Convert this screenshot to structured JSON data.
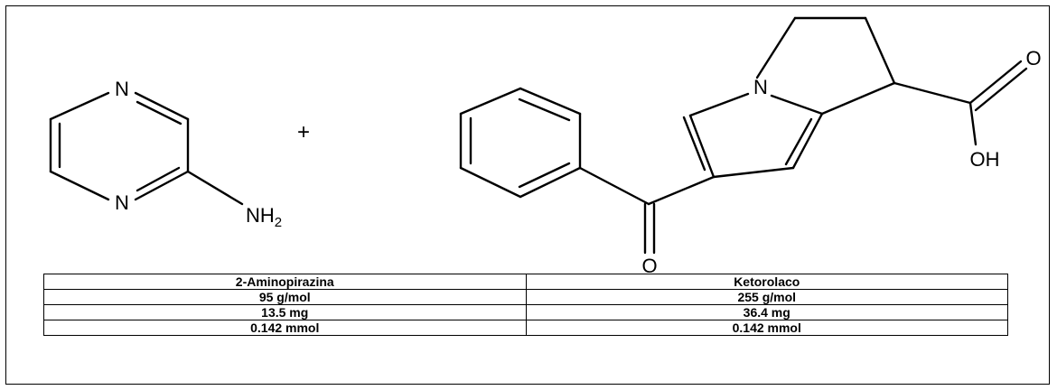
{
  "reaction": {
    "plus": "+",
    "aminopyrazine": {
      "atoms": {
        "n_top": "N",
        "n_bottom": "N",
        "nh2_main": "NH",
        "nh2_sub": "2"
      }
    },
    "ketorolac": {
      "atoms": {
        "n_ring": "N",
        "o_acid": "O",
        "oh": "OH",
        "o_ketone": "O"
      }
    }
  },
  "table": {
    "rows": [
      [
        "2-Aminopirazina",
        "Ketorolaco"
      ],
      [
        "95 g/mol",
        "255 g/mol"
      ],
      [
        "13.5 mg",
        "36.4 mg"
      ],
      [
        "0.142 mmol",
        "0.142 mmol"
      ]
    ]
  }
}
